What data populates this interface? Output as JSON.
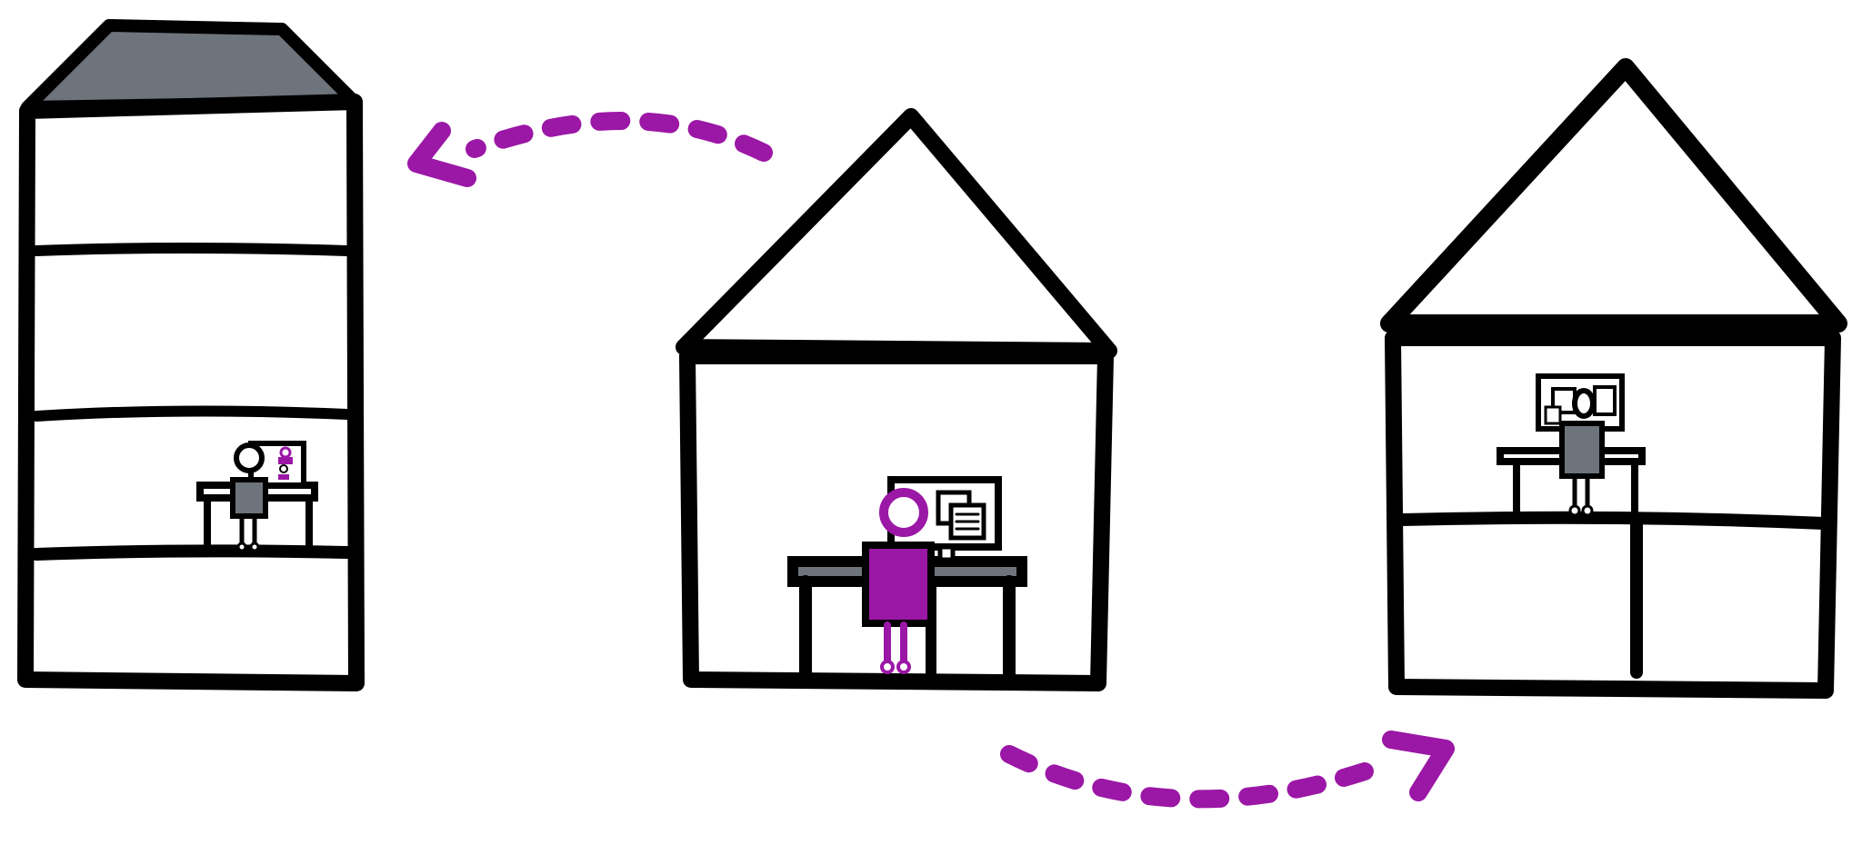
{
  "colors": {
    "ink": "#000000",
    "paper": "#ffffff",
    "accent": "#9b17a6",
    "roof_gray": "#6d747b",
    "body_gray": "#6d747b",
    "desk_gray": "#6d747b"
  },
  "scene": {
    "buildings": [
      {
        "name": "office-tower",
        "floors": 4,
        "occupant_floor": 3,
        "occupant_color": "gray",
        "screen_shows": "purple-remote-person"
      },
      {
        "name": "home-center",
        "floors": 1,
        "occupant_floor": 1,
        "occupant_color": "purple",
        "screen_shows": "documents"
      },
      {
        "name": "home-right",
        "floors": 2,
        "occupant_floor": 1,
        "occupant_color": "gray",
        "screen_shows": "documents"
      }
    ],
    "arrows": [
      {
        "name": "arrow-to-office",
        "from": "home-center",
        "to": "office-tower",
        "style": "dashed"
      },
      {
        "name": "arrow-to-home",
        "from": "home-center",
        "to": "home-right",
        "style": "dashed"
      }
    ],
    "icons": [
      "office-building-icon",
      "house-icon",
      "person-icon",
      "desk-icon",
      "monitor-icon",
      "document-icon",
      "dashed-arrow-icon"
    ]
  }
}
